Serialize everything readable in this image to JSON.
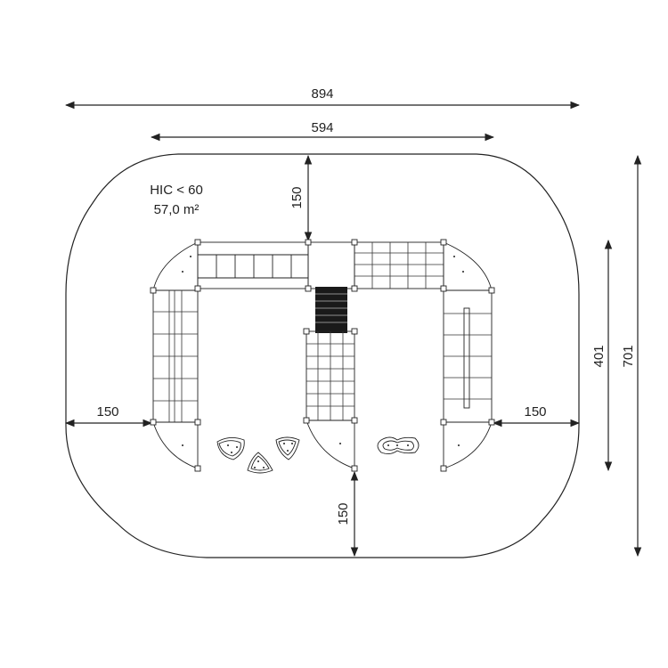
{
  "dimensions": {
    "total_width": "894",
    "inner_width": "594",
    "top_clearance": "150",
    "left_clearance": "150",
    "right_clearance": "150",
    "bottom_clearance": "150",
    "structure_depth": "401",
    "total_depth": "701"
  },
  "info": {
    "hic": "HIC < 60",
    "area": "57,0 m²"
  },
  "colors": {
    "line": "#222222",
    "background": "#ffffff"
  }
}
